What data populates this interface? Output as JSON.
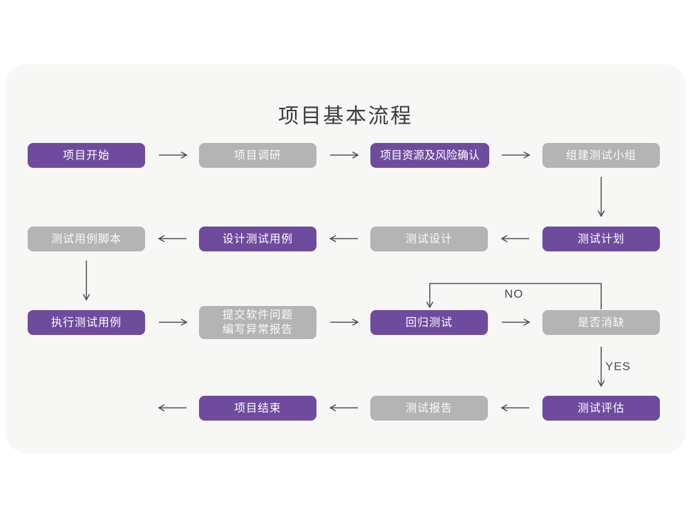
{
  "title": "项目基本流程",
  "colors": {
    "accent_purple": "#6f4b9e",
    "node_gray": "#b4b4b4",
    "card_background": "#f7f7f6",
    "page_background": "#ffffff",
    "arrow": "#4d4d4d",
    "node_text": "#ffffff",
    "title_text": "#3c3c3c"
  },
  "flow": {
    "nodes": [
      {
        "label": "项目开始",
        "variant": "purple"
      },
      {
        "label": "项目调研",
        "variant": "gray"
      },
      {
        "label": "项目资源及风险确认",
        "variant": "purple"
      },
      {
        "label": "组建测试小组",
        "variant": "gray"
      },
      {
        "label": "测试计划",
        "variant": "purple"
      },
      {
        "label": "测试设计",
        "variant": "gray"
      },
      {
        "label": "设计测试用例",
        "variant": "purple"
      },
      {
        "label": "测试用例脚本",
        "variant": "gray"
      },
      {
        "label": "执行测试用例",
        "variant": "purple"
      },
      {
        "label_line1": "提交软件问题",
        "label_line2": "编写异常报告",
        "variant": "gray"
      },
      {
        "label": "回归测试",
        "variant": "purple"
      },
      {
        "label": "是否消缺",
        "variant": "gray"
      },
      {
        "label": "测试评估",
        "variant": "purple"
      },
      {
        "label": "测试报告",
        "variant": "gray"
      },
      {
        "label": "项目结束",
        "variant": "purple"
      }
    ],
    "branch_labels": {
      "no": "NO",
      "yes": "YES"
    },
    "edges": [
      {
        "from": "项目开始",
        "to": "项目调研"
      },
      {
        "from": "项目调研",
        "to": "项目资源及风险确认"
      },
      {
        "from": "项目资源及风险确认",
        "to": "组建测试小组"
      },
      {
        "from": "组建测试小组",
        "to": "测试计划"
      },
      {
        "from": "测试计划",
        "to": "测试设计"
      },
      {
        "from": "测试设计",
        "to": "设计测试用例"
      },
      {
        "from": "设计测试用例",
        "to": "测试用例脚本"
      },
      {
        "from": "测试用例脚本",
        "to": "执行测试用例"
      },
      {
        "from": "执行测试用例",
        "to": "提交软件问题/编写异常报告"
      },
      {
        "from": "提交软件问题/编写异常报告",
        "to": "回归测试"
      },
      {
        "from": "回归测试",
        "to": "是否消缺"
      },
      {
        "from": "是否消缺",
        "to": "回归测试",
        "label": "NO"
      },
      {
        "from": "是否消缺",
        "to": "测试评估",
        "label": "YES"
      },
      {
        "from": "测试评估",
        "to": "测试报告"
      },
      {
        "from": "测试报告",
        "to": "项目结束"
      }
    ]
  }
}
